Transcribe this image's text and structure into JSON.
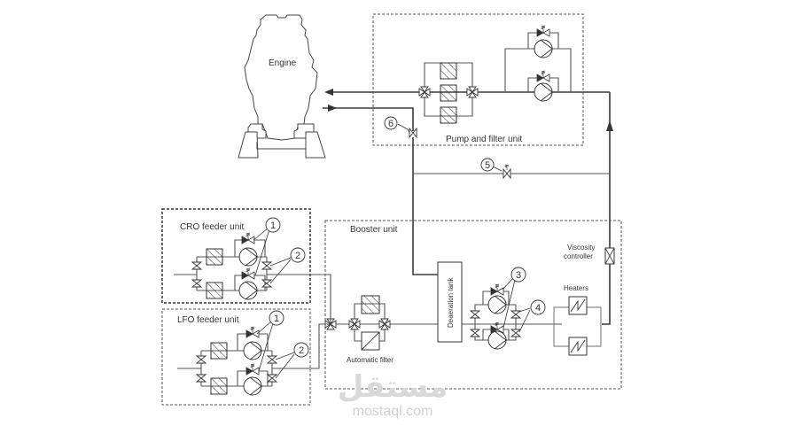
{
  "diagram": {
    "title": "Fuel oil supply system",
    "labels": {
      "engine": "Engine",
      "pump_filter_unit": "Pump and filter unit",
      "booster_unit": "Booster unit",
      "cro_feeder_unit": "CRO feeder unit",
      "lfo_feeder_unit": "LFO feeder unit",
      "automatic_filter": "Automatic filter",
      "deaeration_tank": "Deaeration tank",
      "heaters": "Heaters",
      "viscosity_controller_line1": "Viscosity",
      "viscosity_controller_line2": "controller"
    },
    "callouts": {
      "c1": "1",
      "c2": "2",
      "c3": "3",
      "c4": "4",
      "c5": "5",
      "c6": "6"
    },
    "watermark": {
      "arabic": "مستقل",
      "site": "mostaql.com"
    },
    "colors": {
      "line": "#3a3a3a",
      "dashed_box": "#555555",
      "heater_loop": "#8a8a8a",
      "watermark": "#d8d8d8"
    }
  }
}
